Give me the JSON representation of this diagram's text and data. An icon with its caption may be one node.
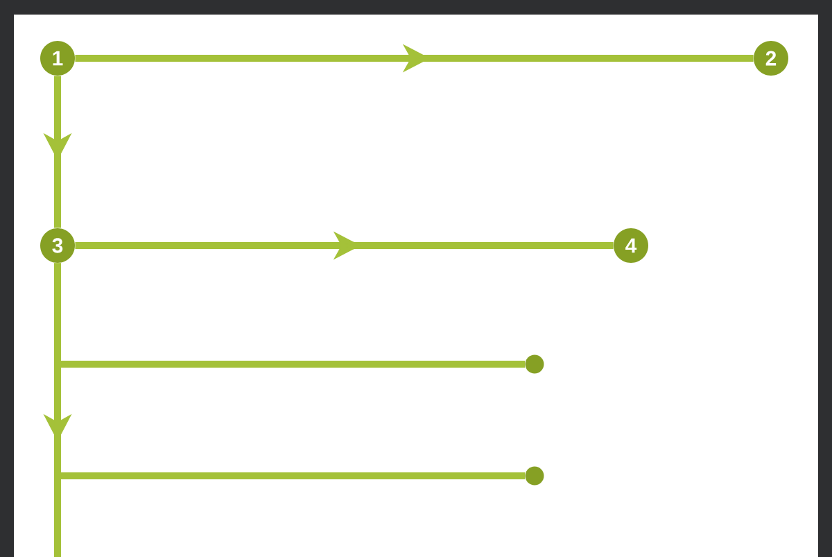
{
  "diagram": {
    "nodes": [
      {
        "text": [
          "1"
        ]
      },
      {
        "text": [
          "2"
        ]
      },
      {
        "text": [
          "3"
        ]
      },
      {
        "text": [
          "4"
        ]
      },
      {
        "text": [],
        "shape": "circle"
      },
      {
        "text": [],
        "shape": "circle"
      }
    ],
    "edges": [
      {
        "from": 0,
        "to": 1,
        "arrow": "to"
      },
      {
        "from": 0,
        "to": 2,
        "arrow": "to"
      },
      {
        "from": 2,
        "to": 3,
        "arrow": "to"
      },
      {
        "from": 2,
        "to": 4,
        "arrow": "none"
      },
      {
        "from": 2,
        "to": 5,
        "arrow": "to"
      },
      {
        "from": 2,
        "to": null,
        "arrow": "none"
      }
    ]
  }
}
